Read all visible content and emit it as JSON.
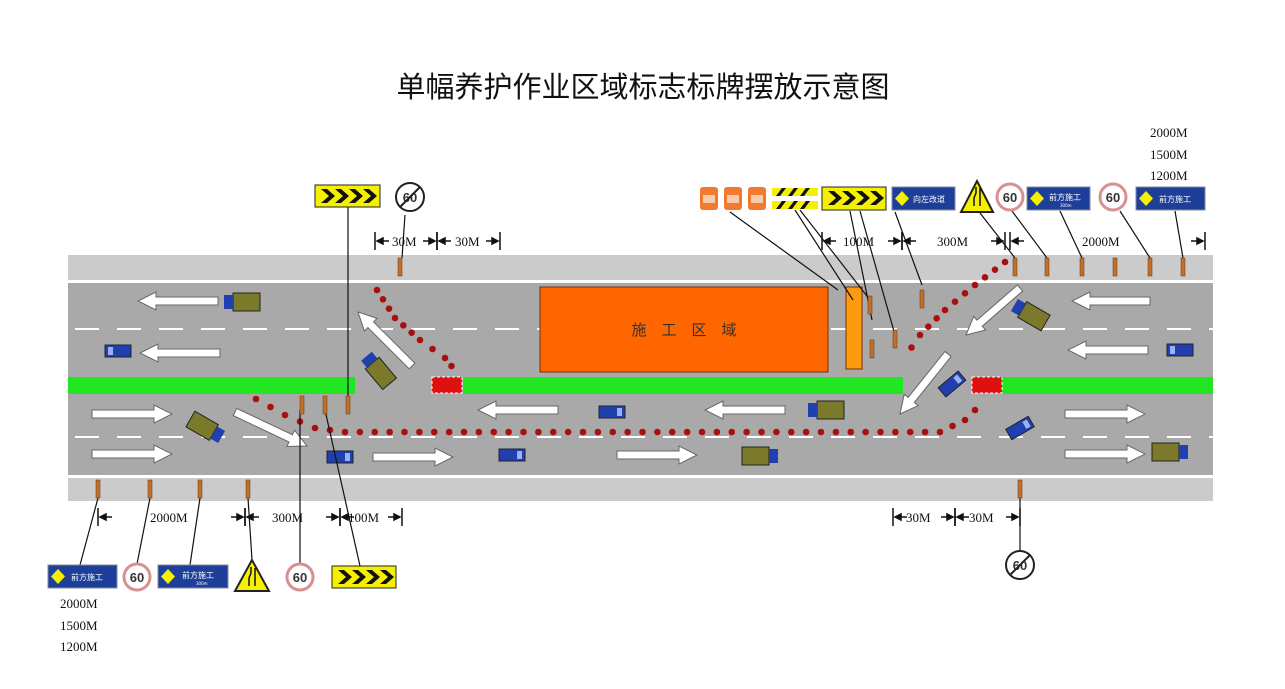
{
  "title": "单幅养护作业区域标志标牌摆放示意图",
  "zone_label": "施　工　区　域",
  "speed_limit": "60",
  "signs": {
    "construction_ahead": "前方施工",
    "construction_ahead_sub": "300m",
    "detour_left": "向左改道"
  },
  "distances": {
    "top_left": [
      "30M",
      "30M"
    ],
    "top_right": [
      "100M",
      "300M",
      "2000M"
    ],
    "bottom_left": [
      "2000M",
      "300M",
      "100M"
    ],
    "bottom_right": [
      "30M",
      "30M"
    ]
  },
  "advance_distances_right": [
    "2000M",
    "1500M",
    "1200M"
  ],
  "advance_distances_left": [
    "2000M",
    "1500M",
    "1200M"
  ],
  "colors": {
    "road": "#a6a6a6",
    "shoulder": "#c8c8c8",
    "median": "#22e622",
    "zone": "#ff6600",
    "cone": "#b01010",
    "sign_blue": "#1d3f9a",
    "sign_yellow": "#f5f000"
  }
}
